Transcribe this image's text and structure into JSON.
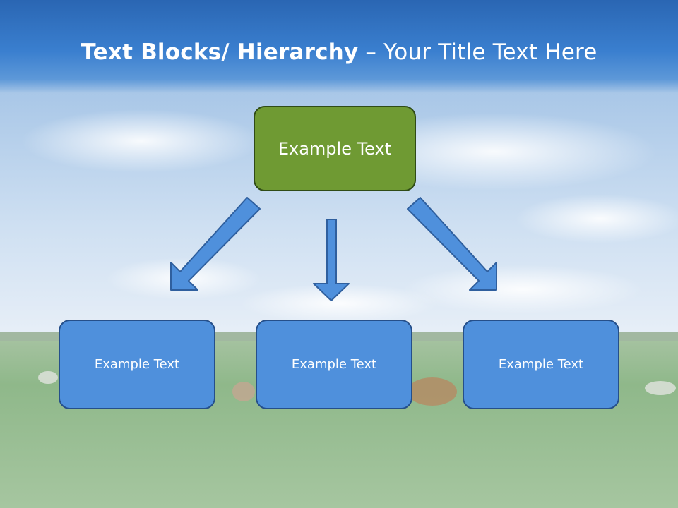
{
  "slide": {
    "title_bold": "Text Blocks/ Hierarchy",
    "title_dash": " – ",
    "title_regular": "Your Title Text Here"
  },
  "diagram": {
    "top_box": {
      "label": "Example Text",
      "color": "#6f9a33"
    },
    "child_boxes": [
      {
        "label": "Example Text",
        "color": "#4f90dc"
      },
      {
        "label": "Example Text",
        "color": "#4f90dc"
      },
      {
        "label": "Example Text",
        "color": "#4f90dc"
      }
    ],
    "arrow_color": "#4f90dc"
  }
}
